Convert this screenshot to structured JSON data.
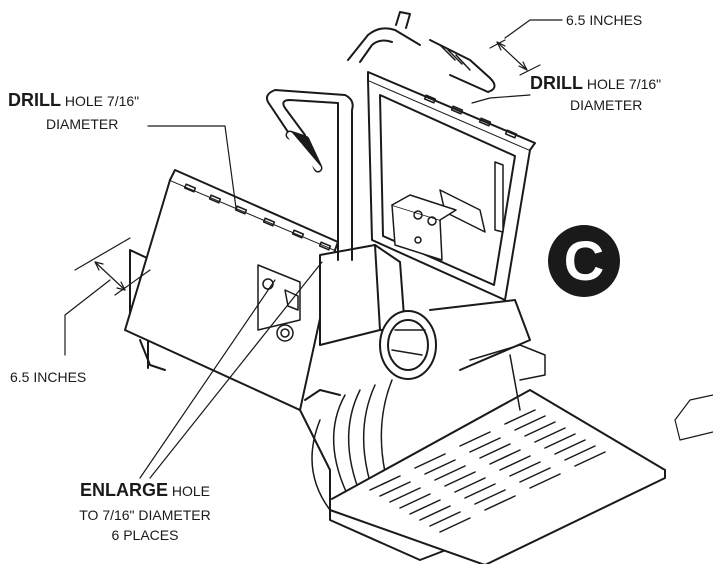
{
  "badge": {
    "letter": "C",
    "color": "#1a1a1a"
  },
  "callouts": {
    "top_right_measure": "6.5 INCHES",
    "right_drill": {
      "keyword": "DRILL",
      "rest": "HOLE 7/16\"",
      "line2": "DIAMETER"
    },
    "left_drill": {
      "keyword": "DRILL",
      "rest": "HOLE 7/16\"",
      "line2": "DIAMETER"
    },
    "left_measure": "6.5 INCHES",
    "enlarge": {
      "keyword": "ENLARGE",
      "rest": "HOLE",
      "line2": "TO  7/16\" DIAMETER",
      "line3": "6 PLACES"
    }
  }
}
